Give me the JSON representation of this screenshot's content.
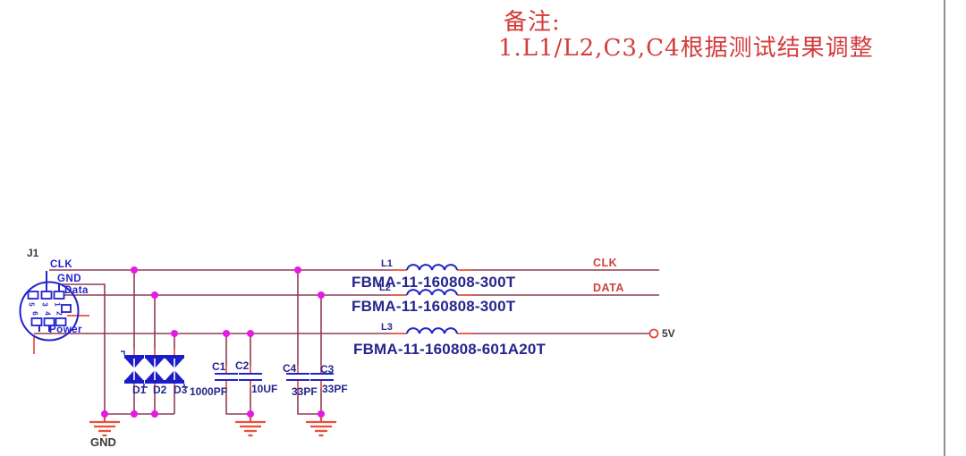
{
  "notes": {
    "heading": "备注:",
    "items": [
      "1.L1/L2,C3,C4根据测试结果调整"
    ]
  },
  "connector": {
    "refdes": "J1",
    "pin_labels": {
      "clk": "CLK",
      "gnd": "GND",
      "data": "Data",
      "power": "Power"
    },
    "pin_numbers": [
      "5",
      "3",
      "1",
      "6",
      "4",
      "2"
    ]
  },
  "diodes": [
    {
      "refdes": "D1"
    },
    {
      "refdes": "D2"
    },
    {
      "refdes": "D3"
    }
  ],
  "capacitors": [
    {
      "refdes": "C1",
      "value": "1000PF"
    },
    {
      "refdes": "C2",
      "value": "10UF"
    },
    {
      "refdes": "C4",
      "value": "33PF"
    },
    {
      "refdes": "C3",
      "value": "33PF"
    }
  ],
  "inductors": [
    {
      "refdes": "L1",
      "part": "FBMA-11-160808-300T"
    },
    {
      "refdes": "L2",
      "part": "FBMA-11-160808-300T"
    },
    {
      "refdes": "L3",
      "part": "FBMA-11-160808-601A20T"
    }
  ],
  "net_labels": {
    "clk": "CLK",
    "data": "DATA",
    "supply": "5V",
    "ground": "GND"
  },
  "colors": {
    "wire": "#8f3e52",
    "stub": "#e8503c",
    "junction": "#e619e6",
    "component": "#2323cc",
    "component-fill": "#1d1dc8",
    "label": "#26268c",
    "net-label": "#d04040",
    "note": "#d43c3c",
    "text": "#3a3a3a",
    "border": "#8f8f8f"
  }
}
